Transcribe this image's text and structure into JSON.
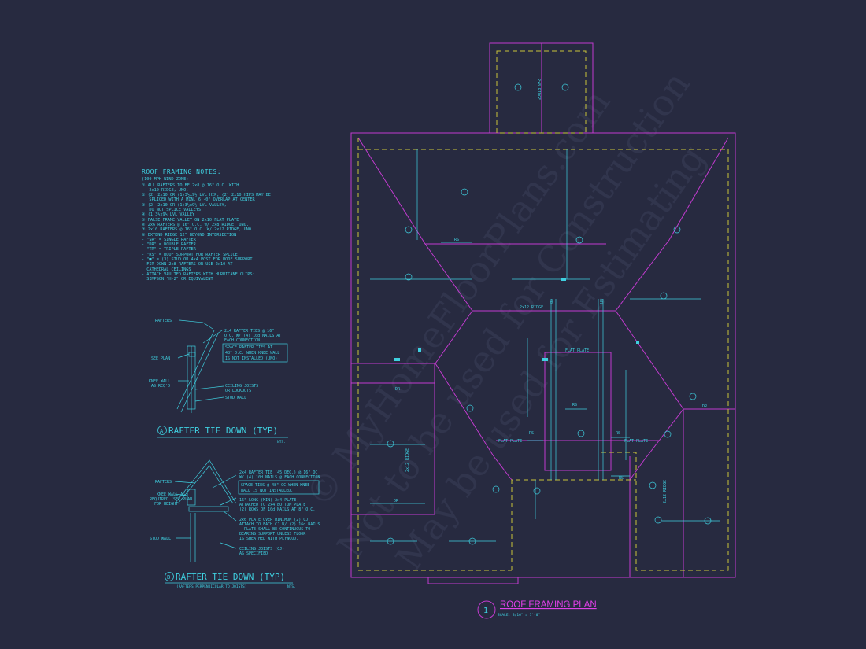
{
  "notes": {
    "title": "ROOF FRAMING NOTES:",
    "subtitle": "(100 MPH WIND ZONE)",
    "lines": [
      "① ALL RAFTERS TO BE 2x8 @ 16\" O.C. WITH",
      "   2x10 RIDGE, UNO.",
      "② (2) 2x10 OR (1)3½x9½ LVL HIP, (2) 2x10 HIPS MAY BE",
      "   SPLICED WITH A MIN. 6'-0\" OVERLAP AT CENTER",
      "③ (2) 2x10 OR (1)3½x9½ LVL VALLEY,",
      "   DO NOT SPLICE VALLEYS",
      "④ (1)3½x9½ LVL VALLEY",
      "⑤ FALSE FRAME VALLEY ON 2x10 FLAT PLATE",
      "⑥ 2x6 RAFTERS @ 16\" O.C. W/ 2x8 RIDGE, UNO.",
      "⑦ 2x10 RAFTERS @ 16\" O.C. W/ 2x12 RIDGE, UNO.",
      "⑧ EXTEND RIDGE 12\" BEYOND INTERSECTION",
      "- \"SR\" = SINGLE RAFTER",
      "- \"DR\" = DOUBLE RAFTER",
      "- \"TR\" = TRIPLE RAFTER",
      "- \"RS\" = ROOF SUPPORT FOR RAFTER SPLICE",
      "- \"■\" = (3) STUD OR 4x4 POST FOR ROOF SUPPORT",
      "- FIR DOWN 2x8 RAFTERS OR USE 2x10 AT",
      "  CATHEDRAL CEILINGS",
      "- ATTACH VAULTED RAFTERS WITH HURRICANE CLIPS:",
      "  SIMPSON \"H-2\" OR EQUIVALENT"
    ]
  },
  "detail_a": {
    "marker": "A",
    "title": "RAFTER TIE DOWN (TYP)",
    "scale": "NTS.",
    "labels": {
      "rafters": "RAFTERS",
      "see_plan": "SEE PLAN",
      "knee_wall": "KNEE WALL",
      "as_reqd": "AS REQ'D",
      "tie1": "2x4 RAFTER TIES @ 16\"",
      "tie2": "O.C. W/ (4) 10d NAILS AT",
      "tie3": "EACH CONNECTION",
      "space1": "SPACE RAFTER TIES AT",
      "space2": "48\" O.C. WHEN KNEE WALL",
      "space3": "IS NOT INSTALLED (UNO)",
      "cj1": "CEILING JOISTS",
      "cj2": "OR LOOKOUTS",
      "stud": "STUD WALL"
    }
  },
  "detail_b": {
    "marker": "B",
    "title": "RAFTER TIE DOWN (TYP)",
    "subtitle": "(RAFTERS PERPENDICULAR TO JOISTS)",
    "scale": "NTS.",
    "labels": {
      "rafters": "RAFTERS",
      "kw1": "KNEE WALL AS",
      "kw2": "REQUIRED (SEE PLAN",
      "kw3": "FOR HEIGHT)",
      "stud": "STUD WALL",
      "tie1": "2x4 RAFTER TIE (45 DEG.) @ 16\" OC",
      "tie2": "W/ (4) 10d NAILS @ EACH CONNECTION",
      "space1": "SPACE TIES @ 48\" OC WHEN KNEE",
      "space2": "WALL IS NOT INSTALLED.",
      "long1": "16\" LONG (MIN) 2x4 PLATE",
      "long2": "ATTACHED TO 2x4 BOTTOM PLATE",
      "long3": "(2) ROWS OF 10d NAILS AT 8\" O.C.",
      "plate1": "2x6 PLATE OVER MINIMUM (2) CJ,",
      "plate2": "ATTACH TO EACH CJ W/ (2) 16d NAILS",
      "plate3": "- PLATE SHALL BE CONTINUOUS TO",
      "plate4": "BEARING SUPPORT UNLESS FLOOR",
      "plate5": "IS SHEATHED WITH PLYWOOD.",
      "cj1": "CEILING JOISTS (CJ)",
      "cj2": "AS SPECIFIED"
    }
  },
  "plan": {
    "number": "1",
    "title": "ROOF FRAMING PLAN",
    "scale": "SCALE: 3/16\" = 1'-0\"",
    "labels": {
      "ridge_2x8_top": "2x8 RIDGE",
      "ridge_2x12": "2x12 RIDGE",
      "ridge_2x12_left": "2x12 RIDGE",
      "ridge_2x12_right": "2x12 RIDGE",
      "flat_plate_top": "FLAT PLATE",
      "flat_plate_left": "FLAT PLATE",
      "flat_plate_right": "FLAT PLATE",
      "rs": "RS",
      "dr": "DR",
      "sr": "SR"
    }
  },
  "watermark": {
    "line1": "© MyHomeFloorPlans.com",
    "line2": "Not to be used for Construction",
    "line3": "May be used for Estimating"
  },
  "colors": {
    "background": "#272a40",
    "cyan": "#3fd0e0",
    "magenta": "#c23bcf",
    "yellow": "#c8c43a",
    "title": "#e040e8"
  }
}
